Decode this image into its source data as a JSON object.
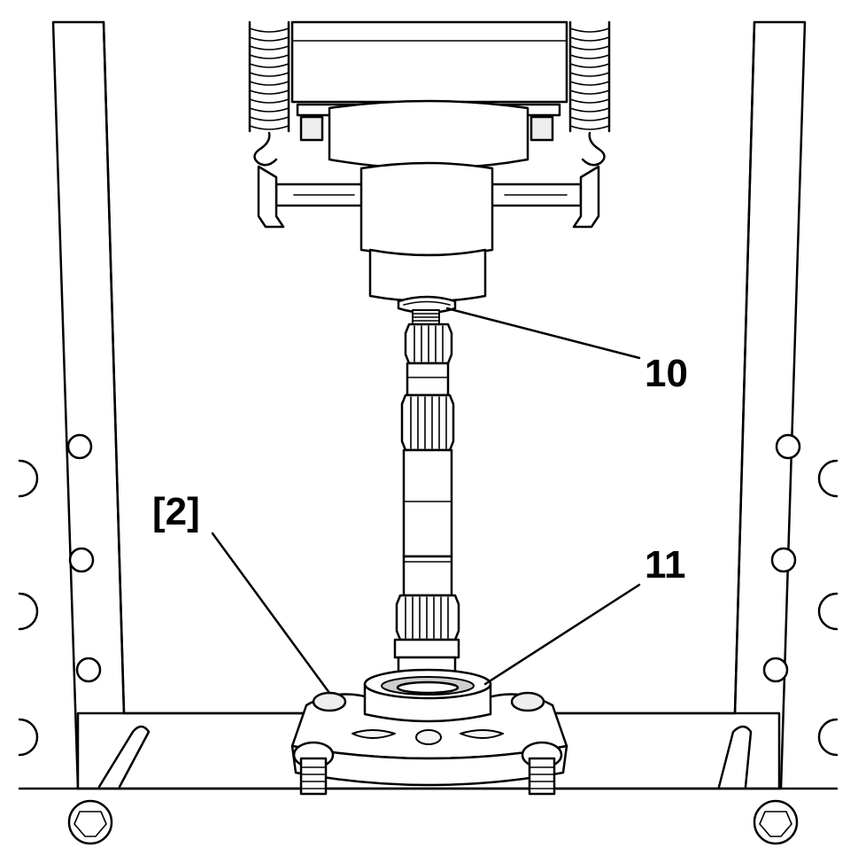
{
  "callouts": {
    "part_10": "10",
    "part_11": "11",
    "tool_2": "[2]"
  }
}
